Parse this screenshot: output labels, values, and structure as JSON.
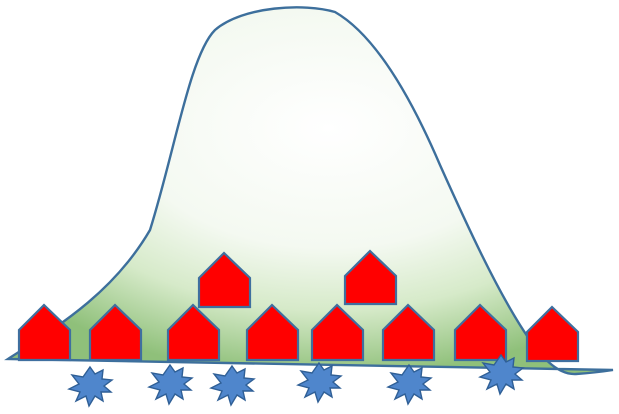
{
  "colors": {
    "hill_fill_light": "#ffffff",
    "hill_fill_dark": "#8fc07a",
    "hill_stroke": "#3d6f9c",
    "house_fill": "#ff0000",
    "house_stroke": "#3f6f9f",
    "burst_fill": "#4f86cc",
    "burst_stroke": "#2f5f96"
  },
  "shapes": {
    "hill": "bell-curve",
    "house": "pentagon-house",
    "burst": "star-burst"
  }
}
